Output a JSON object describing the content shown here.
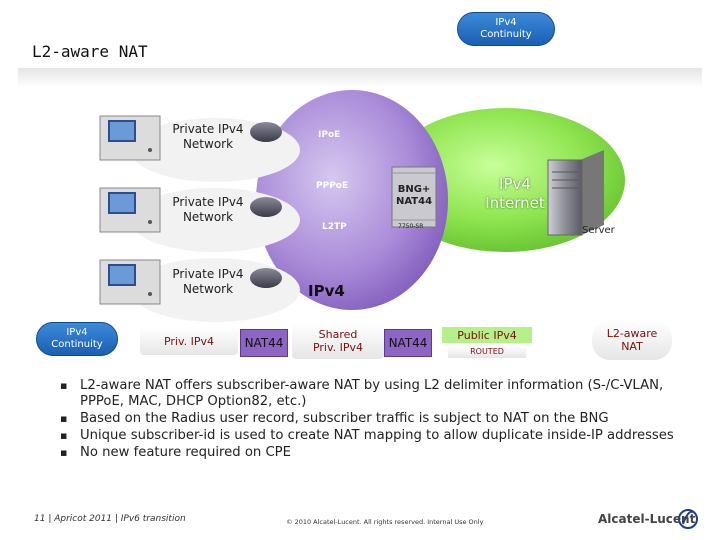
{
  "header": {
    "badge": [
      "IPv4",
      "Continuity"
    ],
    "title": "L2-aware NAT"
  },
  "diagram": {
    "private_network_label": [
      "Private IPv4",
      "Network"
    ],
    "ipoe": "IPoE",
    "pppoe": "PPPoE",
    "l2tp": "L2TP",
    "ipv4": "IPv4",
    "bng": [
      "BNG+",
      "NAT44"
    ],
    "bng_model": "7750-SR",
    "internet": [
      "IPv4",
      "Internet"
    ],
    "server": "Server"
  },
  "legend_row": {
    "badge": [
      "IPv4",
      "Continuity"
    ],
    "priv_ipv4": "Priv. IPv4",
    "nat44_a": "NAT44",
    "shared": [
      "Shared",
      "Priv. IPv4"
    ],
    "nat44_b": "NAT44",
    "public_ipv4": "Public IPv4",
    "routed": "ROUTED",
    "l2aware": [
      "L2-aware",
      "NAT"
    ]
  },
  "bullets": [
    "L2-aware NAT offers subscriber-aware NAT by using L2 delimiter information (S-/C-VLAN, PPPoE, MAC, DHCP Option82, etc.)",
    "Based on the Radius user record, subscriber traffic is subject to NAT on the BNG",
    "Unique subscriber-id is used to create NAT mapping to allow duplicate inside-IP addresses",
    "No new feature required on CPE"
  ],
  "footer": {
    "left": "11 | Apricot 2011 | IPv6 transition",
    "center": "© 2010 Alcatel-Lucent. All rights reserved. Internal Use Only",
    "logo": "Alcatel-Lucent"
  },
  "colors": {
    "purple": "#9b7ccc",
    "green": "#8ee44f",
    "blue_badge": "#1f6cc4",
    "accent_red": "#b01818"
  }
}
